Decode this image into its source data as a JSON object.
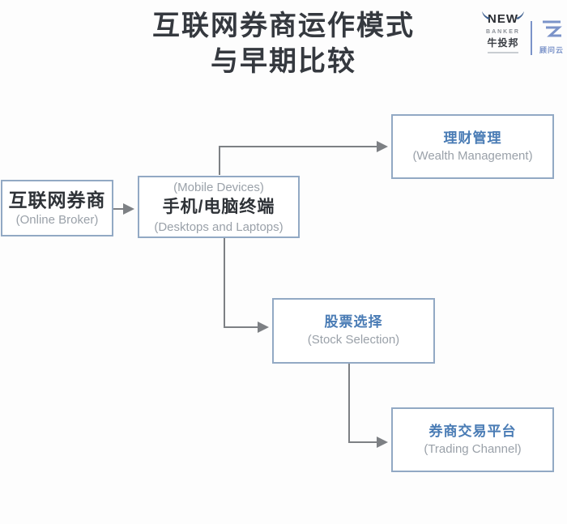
{
  "title": {
    "line1": "互联网券商运作模式",
    "line2": "与早期比较"
  },
  "logo": {
    "brand_top": "NEW",
    "brand_bottom": "BANKER",
    "brand_cn": "牛投邦",
    "cloud_cn": "顾问云"
  },
  "diagram": {
    "boxes": [
      {
        "id": "online-broker",
        "zh": "互联网券商",
        "en": "(Online Broker)"
      },
      {
        "id": "terminal",
        "en_top": "(Mobile Devices)",
        "zh": "手机/电脑终端",
        "en_bottom": "(Desktops and Laptops)"
      },
      {
        "id": "wealth",
        "zh": "理财管理",
        "en": "(Wealth Management)"
      },
      {
        "id": "stock",
        "zh": "股票选择",
        "en": "(Stock Selection)"
      },
      {
        "id": "trading",
        "zh": "券商交易平台",
        "en": "(Trading Channel)"
      }
    ],
    "flow": [
      "online-broker -> terminal",
      "terminal -> wealth",
      "terminal -> stock",
      "stock -> trading"
    ]
  },
  "colors": {
    "box_border": "#92a9c4",
    "blue_text": "#4a7cb5",
    "gray_text": "#9aa1a9",
    "dark_text": "#2e3237",
    "connector": "#7d8084",
    "logo_blue": "#7b93c9",
    "background": "#fdfdfd"
  }
}
